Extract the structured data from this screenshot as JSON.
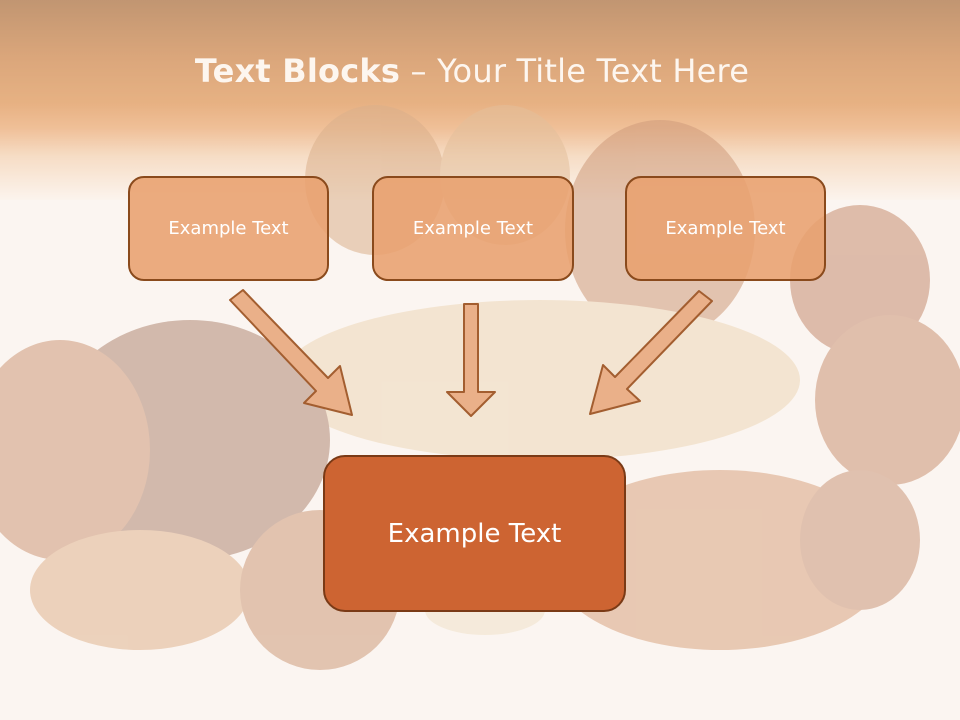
{
  "slide": {
    "title_bold": "Text Blocks",
    "title_dash": " – ",
    "title_rest": "Your Title Text Here",
    "boxes": [
      {
        "label": "Example Text"
      },
      {
        "label": "Example Text"
      },
      {
        "label": "Example Text"
      }
    ],
    "main_box": {
      "label": "Example Text"
    }
  },
  "colors": {
    "header_band": "#dc8d49",
    "small_box_fill": "#e8a06e",
    "main_box_fill": "#cd6432",
    "border": "#8a4a1c",
    "arrow_fill": "#eab089"
  }
}
